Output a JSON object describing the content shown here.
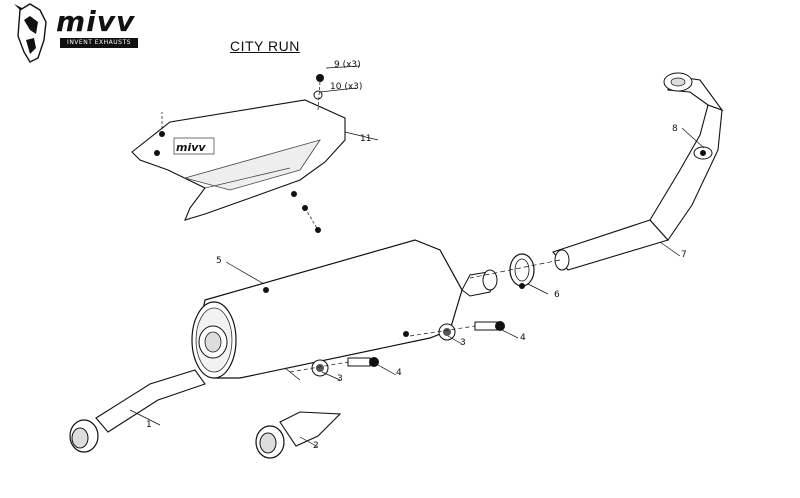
{
  "brand": {
    "name": "mivv",
    "tagline": "INVENT EXHAUSTS"
  },
  "title": "CITY RUN",
  "heat_shield_logo": "mivv",
  "callouts": [
    {
      "id": "c1",
      "label": "1"
    },
    {
      "id": "c2",
      "label": "2"
    },
    {
      "id": "c3a",
      "label": "3"
    },
    {
      "id": "c3b",
      "label": "3"
    },
    {
      "id": "c4a",
      "label": "4"
    },
    {
      "id": "c4b",
      "label": "4"
    },
    {
      "id": "c5",
      "label": "5"
    },
    {
      "id": "c6",
      "label": "6"
    },
    {
      "id": "c7",
      "label": "7"
    },
    {
      "id": "c8",
      "label": "8"
    },
    {
      "id": "c9",
      "label": "9 (x3)"
    },
    {
      "id": "c10",
      "label": "10 (x3)"
    },
    {
      "id": "c11",
      "label": "11"
    }
  ]
}
